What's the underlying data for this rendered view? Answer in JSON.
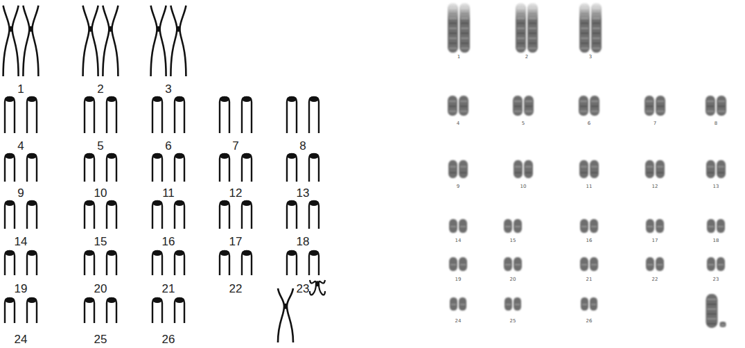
{
  "diagram": {
    "labels": [
      "1",
      "2",
      "3",
      "4",
      "5",
      "6",
      "7",
      "8",
      "9",
      "10",
      "11",
      "12",
      "13",
      "14",
      "15",
      "16",
      "17",
      "18",
      "19",
      "20",
      "21",
      "22",
      "23",
      "24",
      "25",
      "26",
      "1",
      "2",
      "3",
      "4",
      "5",
      "6",
      "7",
      "8",
      "9",
      "10",
      "11",
      "12",
      "13",
      "14",
      "15",
      "16",
      "17",
      "18",
      "19",
      "20",
      "21",
      "22",
      "23",
      "24",
      "25",
      "26"
    ]
  }
}
